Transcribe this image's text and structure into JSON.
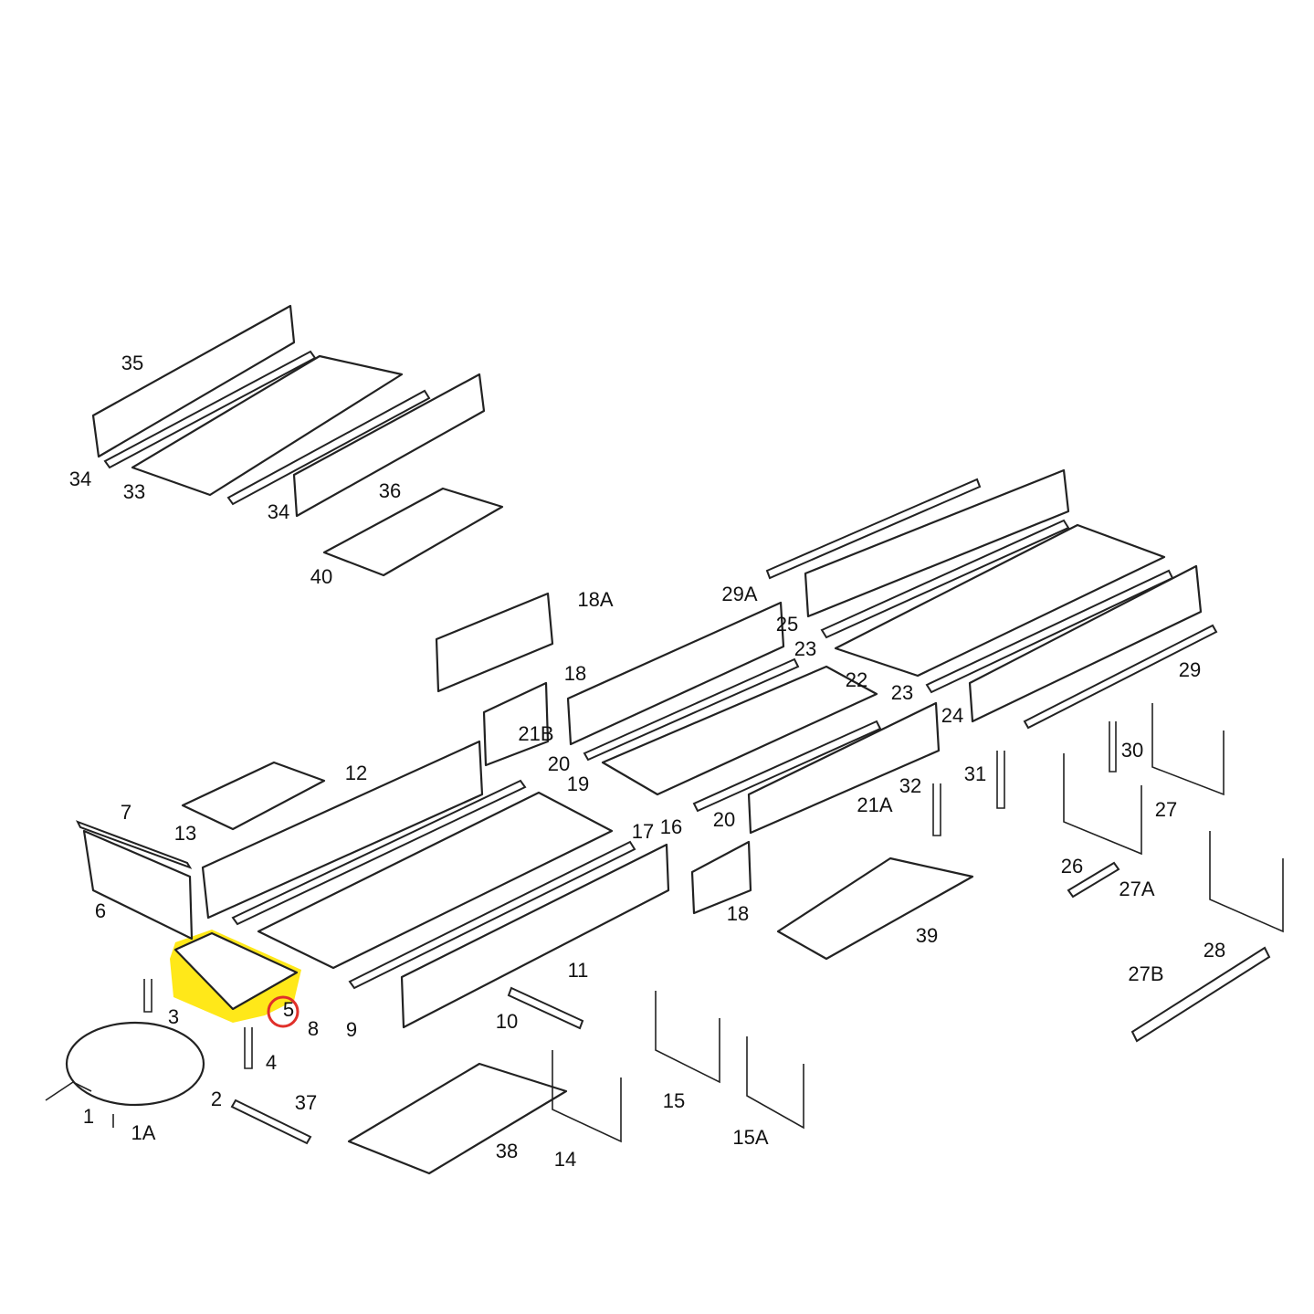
{
  "diagram": {
    "highlight_color": "#ffe600",
    "marker_color": "#e0302a",
    "highlighted_part": "5",
    "labels": [
      "35",
      "34",
      "33",
      "34",
      "36",
      "40",
      "18A",
      "29A",
      "25",
      "23",
      "22",
      "18",
      "21B",
      "23",
      "24",
      "29",
      "20",
      "19",
      "30",
      "31",
      "32",
      "12",
      "13",
      "7",
      "17",
      "16",
      "20",
      "21A",
      "27",
      "26",
      "27A",
      "18",
      "39",
      "6",
      "11",
      "28",
      "27B",
      "3",
      "5",
      "8",
      "9",
      "10",
      "4",
      "2",
      "37",
      "15",
      "1",
      "1A",
      "38",
      "15A",
      "14"
    ]
  }
}
